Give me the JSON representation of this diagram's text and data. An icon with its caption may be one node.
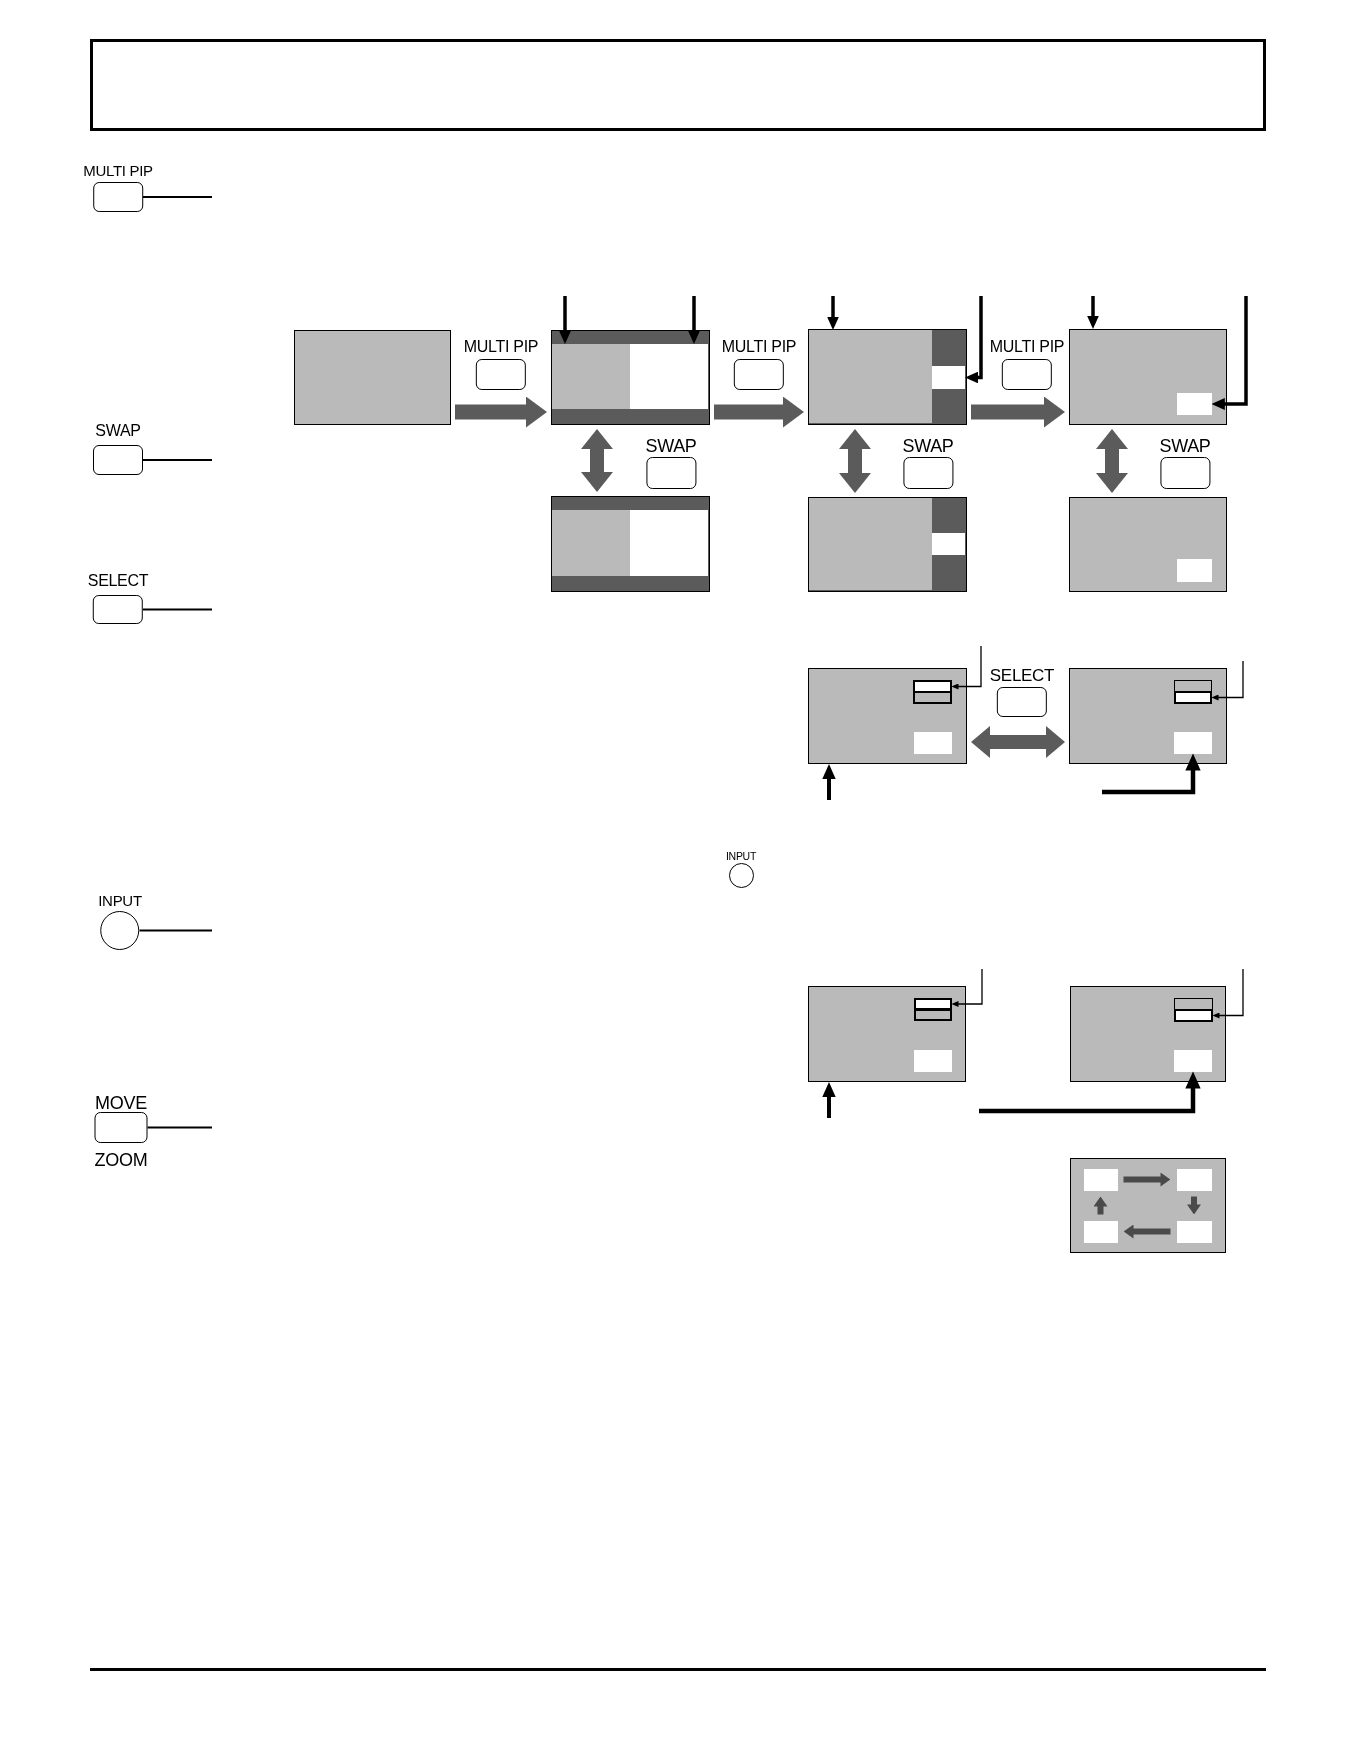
{
  "diagram": {
    "nodes": [
      {
        "text": [
          "MULTI PIP"
        ]
      },
      {
        "text": [],
        "shape": "box"
      },
      {
        "text": [
          "MULTI PIP"
        ]
      },
      {
        "text": [],
        "shape": "box"
      },
      {
        "text": [],
        "shape": "box",
        "in": 3
      },
      {
        "text": [],
        "shape": "box",
        "in": 3
      },
      {
        "text": [
          "MULTI PIP"
        ]
      },
      {
        "text": [],
        "shape": "box"
      },
      {
        "text": [],
        "shape": "box",
        "in": 7
      },
      {
        "text": [],
        "shape": "box",
        "in": 7
      },
      {
        "text": [
          "MULTI PIP"
        ]
      },
      {
        "text": [],
        "shape": "box"
      },
      {
        "text": [],
        "shape": "box",
        "in": 11
      },
      {
        "text": [
          "SWAP"
        ]
      },
      {
        "text": [
          "SWAP"
        ]
      },
      {
        "text": [
          "SWAP"
        ]
      },
      {
        "text": [
          "SWAP"
        ]
      },
      {
        "text": [],
        "shape": "box"
      },
      {
        "text": [],
        "shape": "box"
      },
      {
        "text": [],
        "shape": "box"
      },
      {
        "text": [
          "SELECT"
        ]
      },
      {
        "text": [],
        "shape": "box"
      },
      {
        "text": [],
        "shape": "box",
        "in": 21
      },
      {
        "text": [
          "SELECT"
        ]
      },
      {
        "text": [],
        "shape": "box"
      },
      {
        "text": [],
        "shape": "box",
        "in": 24
      },
      {
        "text": [],
        "shape": "box",
        "in": 24
      },
      {
        "text": [
          "INPUT"
        ]
      },
      {
        "text": [
          "INPUT"
        ]
      },
      {
        "text": [],
        "shape": "box"
      },
      {
        "text": [],
        "shape": "box",
        "in": 29
      },
      {
        "text": [],
        "shape": "box"
      },
      {
        "text": [],
        "shape": "box",
        "in": 31
      },
      {
        "text": [],
        "shape": "box",
        "in": 31
      },
      {
        "text": [
          "MOVE",
          "ZOOM"
        ]
      },
      {
        "text": [],
        "shape": "box"
      },
      {
        "text": [],
        "shape": "box",
        "in": 35
      },
      {
        "text": [],
        "shape": "box",
        "in": 35
      },
      {
        "text": [],
        "shape": "box",
        "in": 35
      },
      {
        "text": [],
        "shape": "box",
        "in": 35
      }
    ],
    "edges": [
      {
        "from": 0,
        "to": null,
        "arrow": "none"
      },
      {
        "from": 13,
        "to": null,
        "arrow": "none"
      },
      {
        "from": 20,
        "to": null,
        "arrow": "none"
      },
      {
        "from": 28,
        "to": null,
        "arrow": "none"
      },
      {
        "from": 34,
        "to": null,
        "arrow": "none"
      },
      {
        "from": 1,
        "to": 3,
        "arrow": "to",
        "style": "thick",
        "color": "#5b5b5b"
      },
      {
        "from": 3,
        "to": 7,
        "arrow": "to",
        "style": "thick",
        "color": "#5b5b5b"
      },
      {
        "from": 7,
        "to": 11,
        "arrow": "to",
        "style": "thick",
        "color": "#5b5b5b"
      },
      {
        "from": null,
        "to": 4,
        "arrow": "to"
      },
      {
        "from": null,
        "to": 5,
        "arrow": "to"
      },
      {
        "from": null,
        "to": 8,
        "arrow": "to"
      },
      {
        "from": null,
        "to": 9,
        "arrow": "to"
      },
      {
        "from": null,
        "to": 11,
        "arrow": "to"
      },
      {
        "from": null,
        "to": 12,
        "arrow": "to"
      },
      {
        "from": 3,
        "to": 17,
        "arrow": "both",
        "style": "thick",
        "color": "#5b5b5b"
      },
      {
        "from": 7,
        "to": 18,
        "arrow": "both",
        "style": "thick",
        "color": "#5b5b5b"
      },
      {
        "from": 11,
        "to": 19,
        "arrow": "both",
        "style": "thick",
        "color": "#5b5b5b"
      },
      {
        "from": null,
        "to": 22,
        "arrow": "to"
      },
      {
        "from": null,
        "to": 21,
        "arrow": "to"
      },
      {
        "from": 21,
        "to": 24,
        "arrow": "both",
        "style": "thick",
        "color": "#5b5b5b"
      },
      {
        "from": null,
        "to": 25,
        "arrow": "to"
      },
      {
        "from": null,
        "to": 26,
        "arrow": "to"
      },
      {
        "from": null,
        "to": 30,
        "arrow": "to"
      },
      {
        "from": null,
        "to": 29,
        "arrow": "to"
      },
      {
        "from": null,
        "to": 32,
        "arrow": "to"
      },
      {
        "from": null,
        "to": 33,
        "arrow": "to"
      },
      {
        "from": 36,
        "to": 37,
        "arrow": "to",
        "color": "#4a4a4a"
      },
      {
        "from": 37,
        "to": 39,
        "arrow": "to",
        "color": "#4a4a4a"
      },
      {
        "from": 39,
        "to": 38,
        "arrow": "to",
        "color": "#4a4a4a"
      },
      {
        "from": 38,
        "to": 36,
        "arrow": "to",
        "color": "#4a4a4a"
      }
    ]
  }
}
